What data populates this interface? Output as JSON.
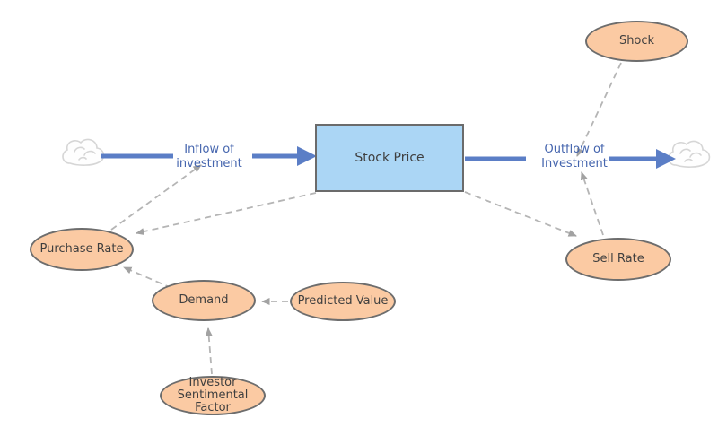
{
  "diagram": {
    "type": "stock-and-flow",
    "stock": {
      "label": "Stock Price",
      "fill": "#abd6f5",
      "border_color": "#6b6b6b"
    },
    "flows": {
      "inflow": {
        "label": "Inflow of investment"
      },
      "outflow": {
        "label": "Outflow of Investment"
      },
      "label_color": "#4565ae",
      "pipe_color": "#5b7ec6"
    },
    "auxiliaries": {
      "fill": "#fbcaa3",
      "border_color": "#6d6d6d",
      "shock": {
        "label": "Shock"
      },
      "purchase_rate": {
        "label": "Purchase Rate"
      },
      "sell_rate": {
        "label": "Sell Rate"
      },
      "demand": {
        "label": "Demand"
      },
      "predicted_value": {
        "label": "Predicted Value"
      },
      "investor_sentimental_factor": {
        "label": "Investor Sentimental Factor"
      }
    },
    "connections": [
      {
        "from": "Purchase Rate",
        "to": "Inflow of investment",
        "style": "dashed"
      },
      {
        "from": "Stock Price",
        "to": "Purchase Rate",
        "style": "dashed"
      },
      {
        "from": "Demand",
        "to": "Purchase Rate",
        "style": "dashed"
      },
      {
        "from": "Predicted Value",
        "to": "Demand",
        "style": "dashed"
      },
      {
        "from": "Investor Sentimental Factor",
        "to": "Demand",
        "style": "dashed"
      },
      {
        "from": "Stock Price",
        "to": "Sell Rate",
        "style": "dashed"
      },
      {
        "from": "Shock",
        "to": "Outflow of Investment",
        "style": "dashed"
      },
      {
        "from": "Sell Rate",
        "to": "Outflow of Investment",
        "style": "dashed"
      }
    ],
    "connector_color": "#b5b5b5",
    "cloud_color": "#d6d6d6"
  }
}
